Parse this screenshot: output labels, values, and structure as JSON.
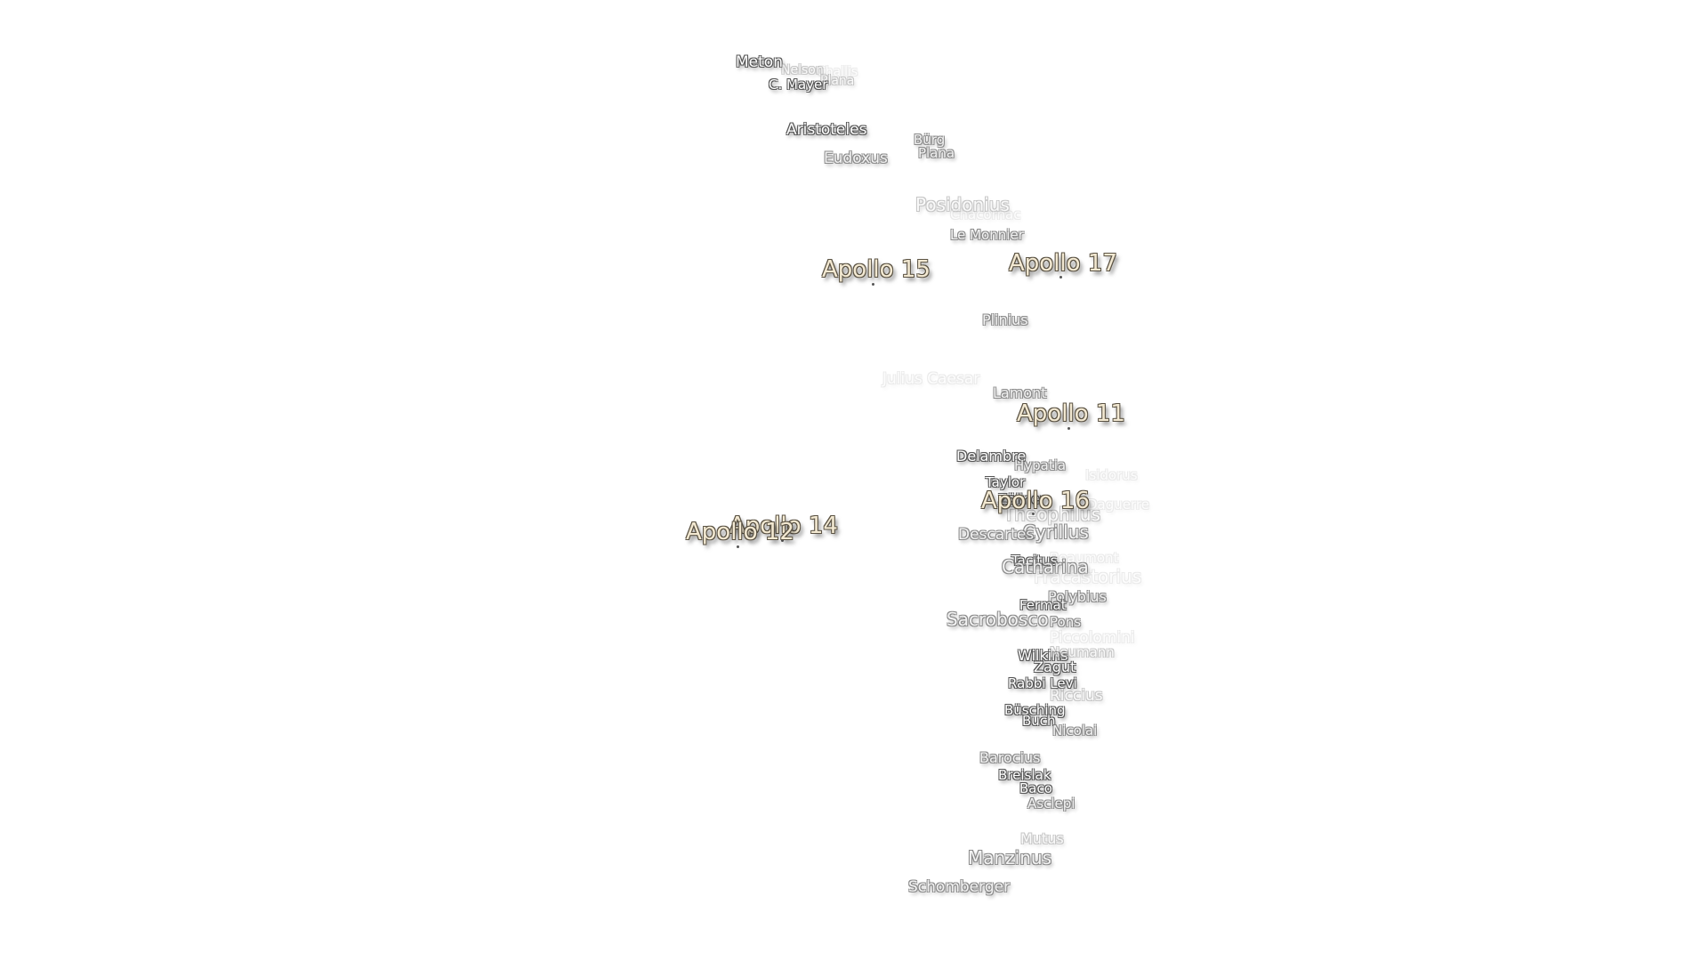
{
  "apollo_sites": [
    {
      "label": "Apollo 15"
    },
    {
      "label": "Apollo 17"
    },
    {
      "label": "Apollo 11"
    },
    {
      "label": "Apollo 16"
    },
    {
      "label": "Apollo 14"
    },
    {
      "label": "Apollo 12"
    }
  ],
  "craters": [
    {
      "label": "Meton"
    },
    {
      "label": "Nelson"
    },
    {
      "label": "Challis"
    },
    {
      "label": "Plana"
    },
    {
      "label": "C. Mayer"
    },
    {
      "label": "Aristoteles"
    },
    {
      "label": "Bürg"
    },
    {
      "label": "Plana"
    },
    {
      "label": "Eudoxus"
    },
    {
      "label": "Posidonius"
    },
    {
      "label": "Chacornac"
    },
    {
      "label": "Le Monnier"
    },
    {
      "label": "Plinius"
    },
    {
      "label": "Julius Caesar"
    },
    {
      "label": "Lamont"
    },
    {
      "label": "Delambre"
    },
    {
      "label": "Hypatia"
    },
    {
      "label": "Isidorus"
    },
    {
      "label": "Taylor"
    },
    {
      "label": "Zöllner"
    },
    {
      "label": "Daguerre"
    },
    {
      "label": "Theophilus"
    },
    {
      "label": "Cyrillus"
    },
    {
      "label": "Descartes"
    },
    {
      "label": "Beaumont"
    },
    {
      "label": "Tacitus"
    },
    {
      "label": "Catharina"
    },
    {
      "label": "Fracastorius"
    },
    {
      "label": "Polybius"
    },
    {
      "label": "Fermat"
    },
    {
      "label": "Sacrobosco"
    },
    {
      "label": "Pons"
    },
    {
      "label": "Piccolomini"
    },
    {
      "label": "Wilkins"
    },
    {
      "label": "Neumann"
    },
    {
      "label": "Zagut"
    },
    {
      "label": "Rabbi Levi"
    },
    {
      "label": "Riccius"
    },
    {
      "label": "Büsching"
    },
    {
      "label": "Buch"
    },
    {
      "label": "Nicolai"
    },
    {
      "label": "Barocius"
    },
    {
      "label": "Breislak"
    },
    {
      "label": "Baco"
    },
    {
      "label": "Asclepi"
    },
    {
      "label": "Mutus"
    },
    {
      "label": "Manzinus"
    },
    {
      "label": "Schomberger"
    }
  ],
  "colors": {
    "apollo_fill": "#f3e9d2",
    "crater_fill": "#ffffff",
    "background": "#ffffff"
  }
}
